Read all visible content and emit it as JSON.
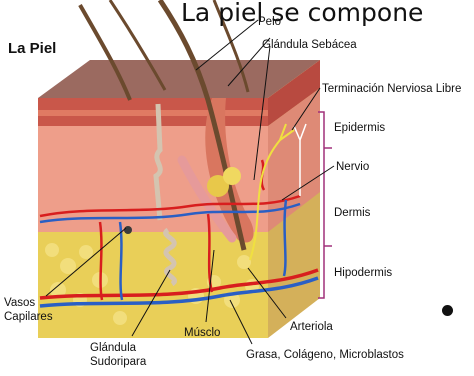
{
  "slide": {
    "title": "La piel se compone",
    "diagram_title": "La Piel"
  },
  "labels": {
    "pelo": "Pelo",
    "glandula_sebacea": "Glándula Sebácea",
    "terminacion_nerviosa": "Terminación Nerviosa Libre",
    "epidermis": "Epidermis",
    "nervio": "Nervio",
    "dermis": "Dermis",
    "hipodermis": "Hipodermis",
    "vasos_capilares_1": "Vasos",
    "vasos_capilares_2": "Capilares",
    "musculo": "Músclo",
    "arteriola": "Arteriola",
    "glandula_sudoripara_1": "Glándula",
    "glandula_sudoripara_2": "Sudoripara",
    "grasa": "Grasa, Colágeno, Microblastos"
  },
  "colors": {
    "bracket": "#a0307a",
    "epidermis": "#c9574a",
    "dermis": "#ee9e8a",
    "hypodermis": "#e9cf58",
    "artery": "#d81e1e",
    "vein": "#2a5fc4",
    "nerve": "#f0e040",
    "hair": "#6b4a2e"
  }
}
